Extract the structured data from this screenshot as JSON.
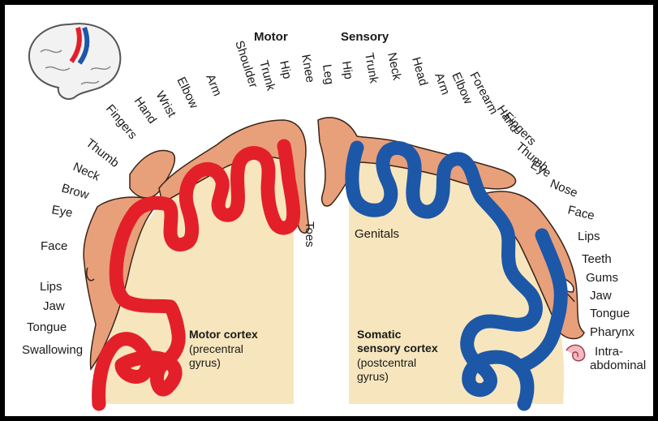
{
  "headers": {
    "motor": "Motor",
    "sensory": "Sensory"
  },
  "motor_labels": {
    "toes": "Toes",
    "knee": "Knee",
    "hip": "Hip",
    "trunk": "Trunk",
    "shoulder": "Shoulder",
    "arm": "Arm",
    "elbow": "Elbow",
    "wrist": "Wrist",
    "hand": "Hand",
    "fingers": "Fingers",
    "thumb": "Thumb",
    "neck": "Neck",
    "brow": "Brow",
    "eye": "Eye",
    "face": "Face",
    "lips": "Lips",
    "jaw": "Jaw",
    "tongue": "Tongue",
    "swallowing": "Swallowing"
  },
  "sensory_labels": {
    "genitals": "Genitals",
    "leg": "Leg",
    "hip": "Hip",
    "trunk": "Trunk",
    "neck": "Neck",
    "head": "Head",
    "arm": "Arm",
    "elbow": "Elbow",
    "forearm": "Forearm",
    "hand": "Hand",
    "fingers": "Fingers",
    "thumb": "Thumb",
    "eye": "Eye",
    "nose": "Nose",
    "face": "Face",
    "lips": "Lips",
    "teeth": "Teeth",
    "gums": "Gums",
    "jaw": "Jaw",
    "tongue": "Tongue",
    "pharynx": "Pharynx",
    "intra_1": "Intra-",
    "intra_2": "abdominal"
  },
  "motor_cortex": {
    "title": "Motor cortex",
    "line1": "(precentral",
    "line2": "gyrus)"
  },
  "sensory_cortex": {
    "title1": "Somatic",
    "title2": "sensory cortex",
    "line1": "(postcentral",
    "line2": "gyrus)"
  },
  "colors": {
    "motor": "#e3202a",
    "sensory": "#1d57a8",
    "tissue": "#f7e6bd",
    "homunculus": "#e8a07a",
    "outline": "#3a2418"
  }
}
